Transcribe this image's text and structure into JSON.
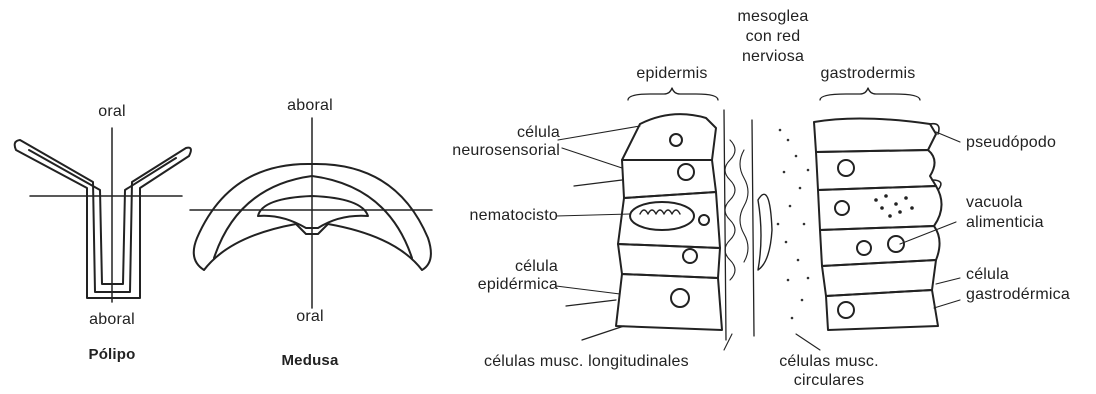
{
  "polipo": {
    "label_top": "oral",
    "label_bottom": "aboral",
    "caption": "Pólipo"
  },
  "medusa": {
    "label_top": "aboral",
    "label_bottom": "oral",
    "caption": "Medusa"
  },
  "tissue": {
    "headers": {
      "epidermis": "epidermis",
      "mesoglea_line1": "mesoglea",
      "mesoglea_line2": "con red",
      "mesoglea_line3": "nerviosa",
      "gastrodermis": "gastrodermis"
    },
    "left_labels": {
      "neuro_line1": "célula",
      "neuro_line2": "neurosensorial",
      "nematocisto": "nematocisto",
      "epid_line1": "célula",
      "epid_line2": "epidérmica"
    },
    "right_labels": {
      "pseudopodo": "pseudópodo",
      "vacuola_line1": "vacuola",
      "vacuola_line2": "alimenticia",
      "gastro_line1": "célula",
      "gastro_line2": "gastrodérmica"
    },
    "bottom_labels": {
      "longitudinales": "células musc. longitudinales",
      "circulares_line1": "células musc.",
      "circulares_line2": "circulares"
    }
  }
}
